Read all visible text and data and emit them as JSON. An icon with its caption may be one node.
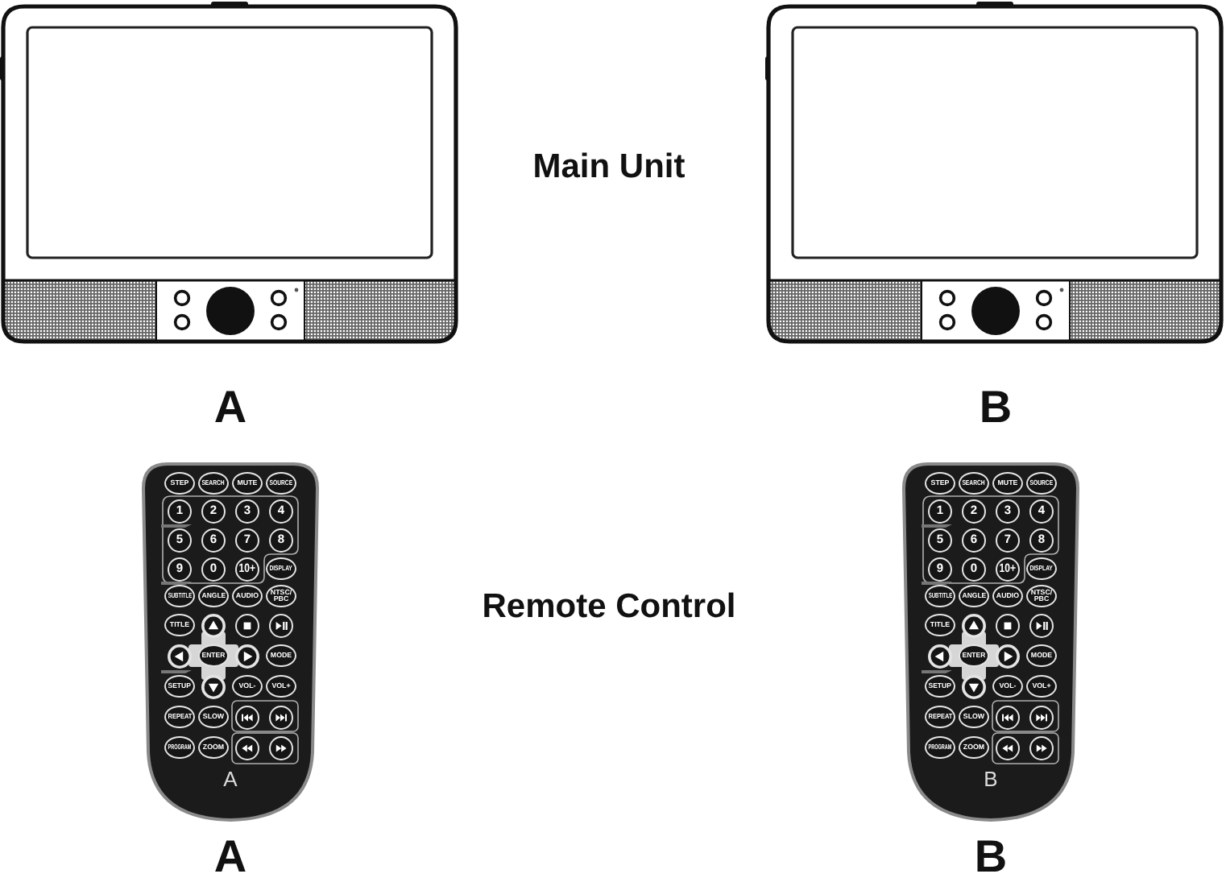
{
  "diagram": {
    "nodes": [
      {
        "text": [],
        "shape": "picture",
        "beside": [
          "A"
        ]
      },
      {
        "text": [],
        "shape": "picture",
        "beside": [
          "B"
        ]
      },
      {
        "text": [
          "STEP",
          "SEARCH",
          "MUTE",
          "SOURCE",
          "1",
          "2",
          "3",
          "4",
          "5",
          "6",
          "7",
          "8",
          "9",
          "0",
          "10+",
          "DISPLAY",
          "SUBTITLE",
          "ANGLE",
          "AUDIO",
          "NTSC/ PBC",
          "TITLE",
          "ENTER",
          "MODE",
          "SETUP",
          "VOL-",
          "VOL+",
          "REPEAT",
          "SLOW",
          "PROGRAM",
          "ZOOM",
          "A"
        ],
        "beside": [
          "A"
        ]
      },
      {
        "text": [
          "STEP",
          "SEARCH",
          "MUTE",
          "SOURCE",
          "1",
          "2",
          "3",
          "4",
          "5",
          "6",
          "7",
          "8",
          "9",
          "0",
          "10+",
          "DISPLAY",
          "SUBTITLE",
          "ANGLE",
          "AUDIO",
          "NTSC/ PBC",
          "TITLE",
          "ENTER",
          "MODE",
          "SETUP",
          "VOL-",
          "VOL+",
          "REPEAT",
          "SLOW",
          "PROGRAM",
          "ZOOM",
          "B"
        ],
        "beside": [
          "B"
        ]
      }
    ],
    "labels": [
      "Main Unit",
      "Remote Control"
    ]
  }
}
